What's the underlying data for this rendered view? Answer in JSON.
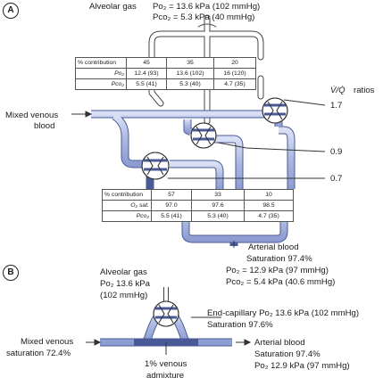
{
  "panelA": {
    "badge": "A",
    "alveolar": {
      "label": "Alveolar gas",
      "po2": "Po₂ = 13.6 kPa (102 mmHg)",
      "pco2": "Pco₂ = 5.3 kPa (40 mmHg)"
    },
    "top_table": {
      "header": "% contribution",
      "columns": [
        "45",
        "35",
        "20"
      ],
      "rows": [
        {
          "label": "Po₂",
          "values": [
            "12.4 (93)",
            "13.6 (102)",
            "16 (120)"
          ]
        },
        {
          "label": "Pco₂",
          "values": [
            "5.5 (41)",
            "5.3 (40)",
            "4.7 (35)"
          ]
        }
      ]
    },
    "vq_title": "V̇/Q̇",
    "vq_ratios_word": "ratios",
    "ratios": [
      "1.7",
      "0.9",
      "0.7"
    ],
    "mixed_venous": [
      "Mixed venous",
      "blood"
    ],
    "bottom_table": {
      "header": "% contribution",
      "columns": [
        "57",
        "33",
        "10"
      ],
      "rows": [
        {
          "label": "O₂ sat.",
          "values": [
            "97.0",
            "97.6",
            "98.5"
          ]
        },
        {
          "label": "Pco₂",
          "values": [
            "5.5 (41)",
            "5.3 (40)",
            "4.7 (35)"
          ]
        }
      ]
    },
    "arterial": {
      "label": "Arterial blood",
      "saturation": "Saturation 97.4%",
      "po2": "Po₂ = 12.9 kPa (97 mmHg)",
      "pco2": "Pco₂ = 5.4 kPa (40.6 mmHg)"
    }
  },
  "panelB": {
    "badge": "B",
    "alveolar": {
      "label": "Alveolar gas",
      "po2": "Po₂ 13.6 kPa",
      "mmhg": "(102 mmHg)"
    },
    "end_capillary": {
      "line1": "End-capillary  Po₂ 13.6 kPa (102 mmHg)",
      "line2": "Saturation 97.6%"
    },
    "mixed_venous": {
      "line1": "Mixed venous",
      "line2": "saturation 72.4%"
    },
    "arterial": {
      "label": "Arterial blood",
      "saturation": "Saturation 97.4%",
      "po2": "Po₂ 12.9 kPa (97 mmHg)"
    },
    "admixture": {
      "line1": "1% venous",
      "line2": "admixture"
    }
  },
  "colors": {
    "vessel_fill": "#b8c3e6",
    "vessel_stroke": "#4a5a98",
    "line": "#333333"
  }
}
